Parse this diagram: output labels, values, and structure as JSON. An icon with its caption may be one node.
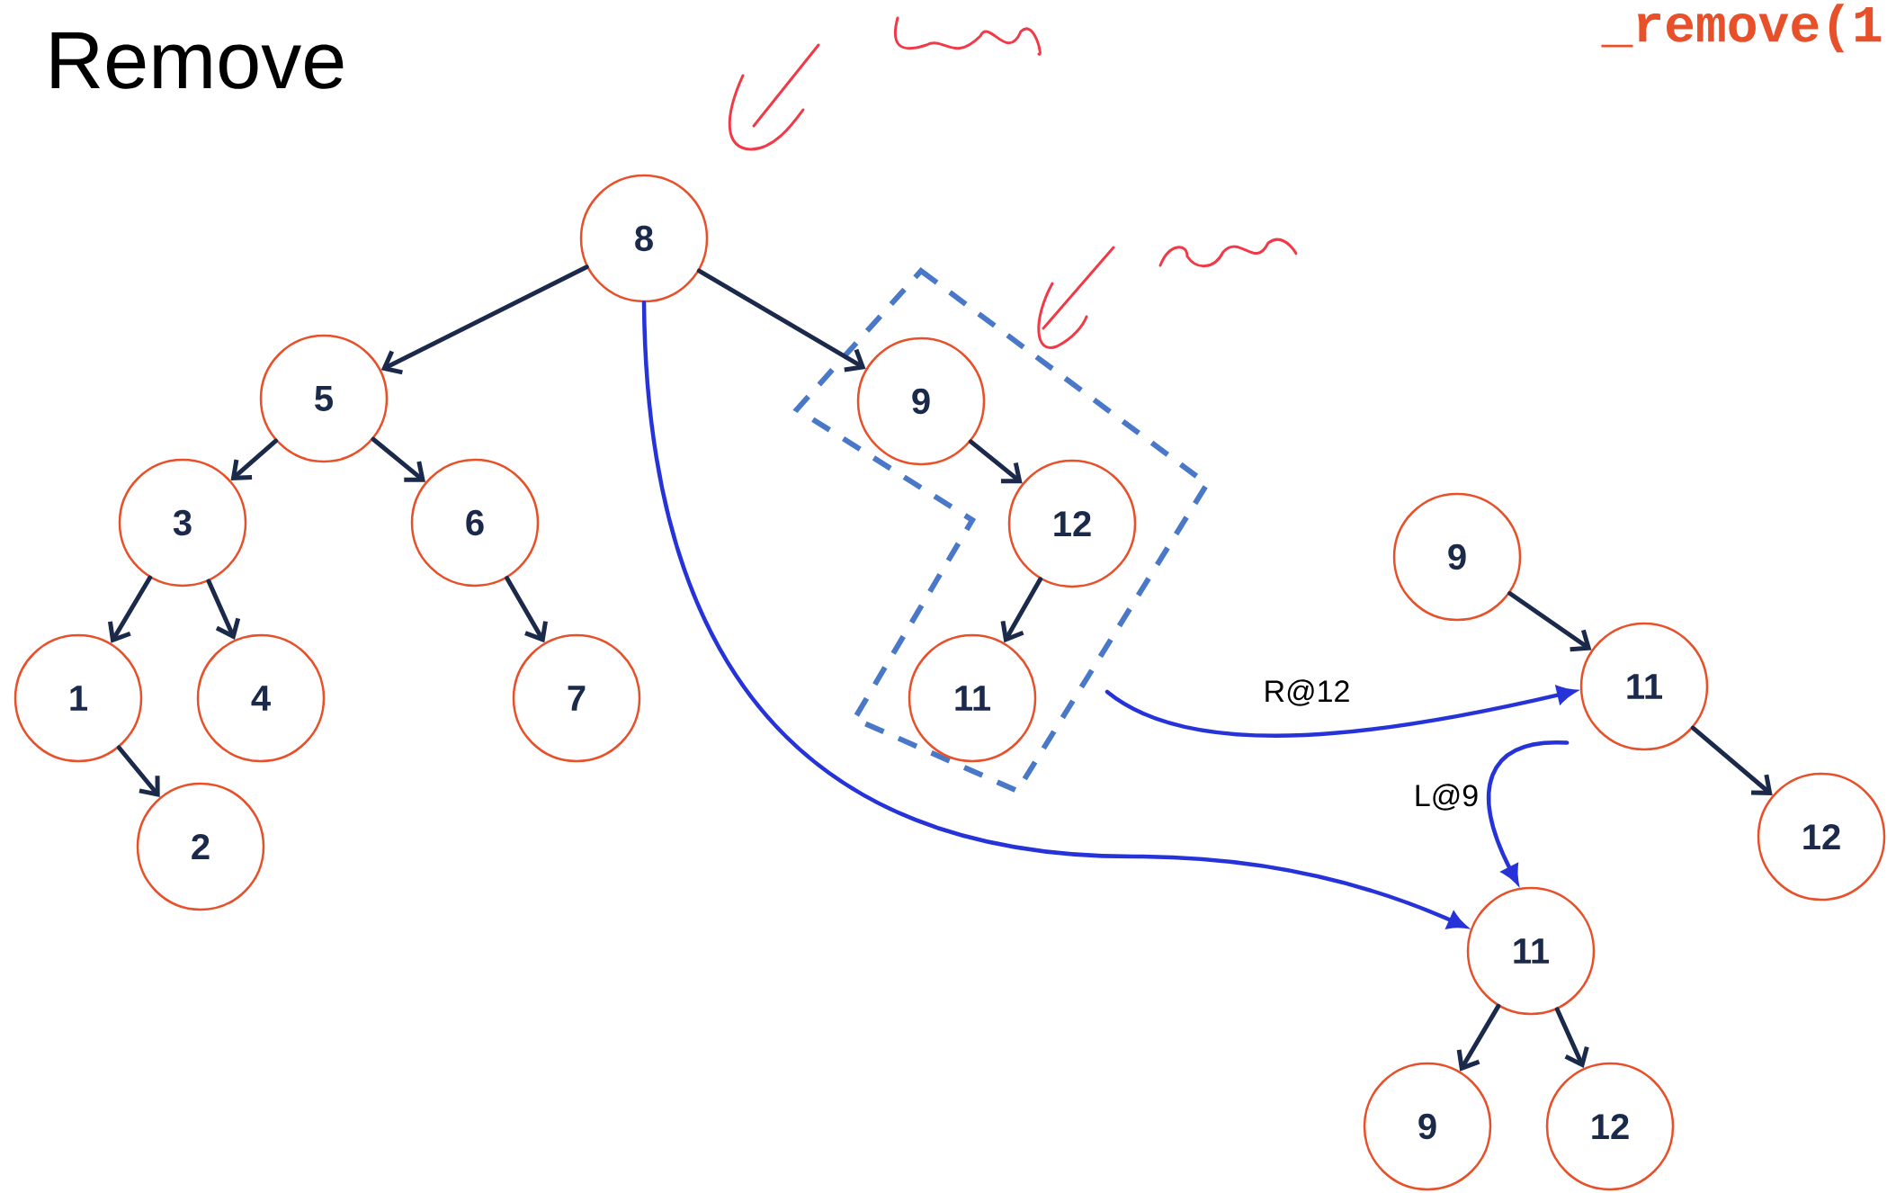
{
  "diagram": {
    "title": "Remove",
    "nodes": [
      {
        "text": [
          "8"
        ]
      },
      {
        "text": [
          "5"
        ]
      },
      {
        "text": [
          "3"
        ]
      },
      {
        "text": [
          "6"
        ]
      },
      {
        "text": [
          "1"
        ]
      },
      {
        "text": [
          "4"
        ]
      },
      {
        "text": [
          "7"
        ]
      },
      {
        "text": [
          "2"
        ]
      },
      {
        "text": [],
        "shape": "box"
      },
      {
        "text": [
          "9"
        ],
        "in": 8
      },
      {
        "text": [
          "12"
        ],
        "in": 8
      },
      {
        "text": [
          "11"
        ],
        "in": 8
      },
      {
        "text": [
          "9"
        ]
      },
      {
        "text": [
          "11"
        ]
      },
      {
        "text": [
          "12"
        ]
      },
      {
        "text": [
          "11"
        ]
      },
      {
        "text": [
          "9"
        ]
      },
      {
        "text": [
          "12"
        ]
      }
    ],
    "edges": [
      {
        "from": 0,
        "to": 1,
        "arrow": "to"
      },
      {
        "from": 0,
        "to": 9,
        "arrow": "to"
      },
      {
        "from": 1,
        "to": 2,
        "arrow": "to"
      },
      {
        "from": 1,
        "to": 3,
        "arrow": "to"
      },
      {
        "from": 2,
        "to": 4,
        "arrow": "to"
      },
      {
        "from": 2,
        "to": 5,
        "arrow": "to"
      },
      {
        "from": 3,
        "to": 6,
        "arrow": "to"
      },
      {
        "from": 4,
        "to": 7,
        "arrow": "to"
      },
      {
        "from": 9,
        "to": 10,
        "arrow": "to"
      },
      {
        "from": 10,
        "to": 11,
        "arrow": "to"
      },
      {
        "from": 12,
        "to": 13,
        "arrow": "to"
      },
      {
        "from": 13,
        "to": 14,
        "arrow": "to"
      },
      {
        "from": 15,
        "to": 16,
        "arrow": "to"
      },
      {
        "from": 15,
        "to": 17,
        "arrow": "to"
      },
      {
        "from": 0,
        "to": 15,
        "arrow": "to",
        "color": "#2633d9"
      },
      {
        "from": 8,
        "to": 13,
        "arrow": "to",
        "label": "R@12",
        "color": "#2633d9"
      },
      {
        "from": 13,
        "to": 15,
        "arrow": "to",
        "label": "L@9",
        "color": "#2633d9"
      }
    ],
    "labels": [
      "_remove(1"
    ]
  }
}
